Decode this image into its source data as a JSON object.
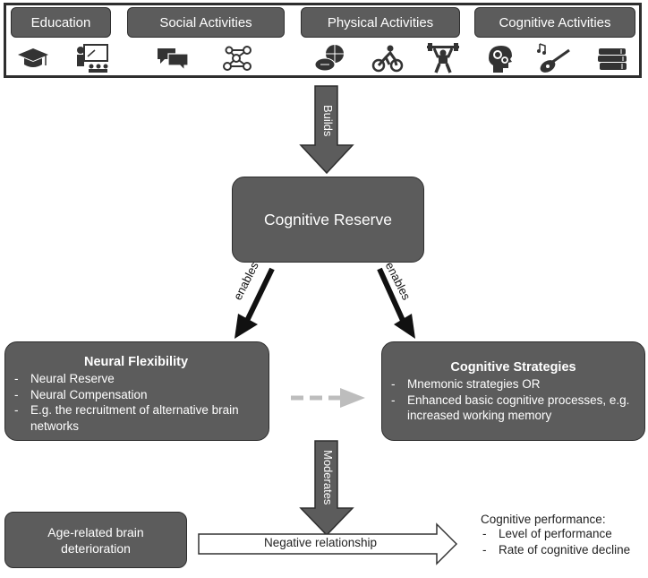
{
  "categories": {
    "education": "Education",
    "social": "Social Activities",
    "physical": "Physical Activities",
    "cognitive": "Cognitive Activities"
  },
  "icons": [
    "graduation-cap-icon",
    "teacher-board-icon",
    "chat-bubbles-icon",
    "network-icon",
    "sports-balls-icon",
    "cyclist-icon",
    "weightlifter-icon",
    "brain-gears-icon",
    "guitar-music-icon",
    "books-icon"
  ],
  "arrows": {
    "builds": "Builds",
    "enables_left": "enables",
    "enables_right": "enables",
    "moderates": "Moderates",
    "negative": "Negative relationship"
  },
  "reserve": "Cognitive Reserve",
  "neural": {
    "title": "Neural Flexibility",
    "items": [
      "Neural Reserve",
      "Neural Compensation",
      "E.g. the recruitment of alternative brain networks"
    ]
  },
  "strategies": {
    "title": "Cognitive Strategies",
    "items": [
      "Mnemonic strategies OR",
      "Enhanced basic cognitive processes, e.g. increased working memory"
    ]
  },
  "age": "Age-related brain deterioration",
  "performance": {
    "title": "Cognitive performance:",
    "items": [
      "Level of performance",
      "Rate of cognitive decline"
    ]
  },
  "colors": {
    "box": "#5c5c5c",
    "border": "#2e2e2e",
    "arrow": "#5c5c5c",
    "dashed": "#bdbdbd"
  }
}
